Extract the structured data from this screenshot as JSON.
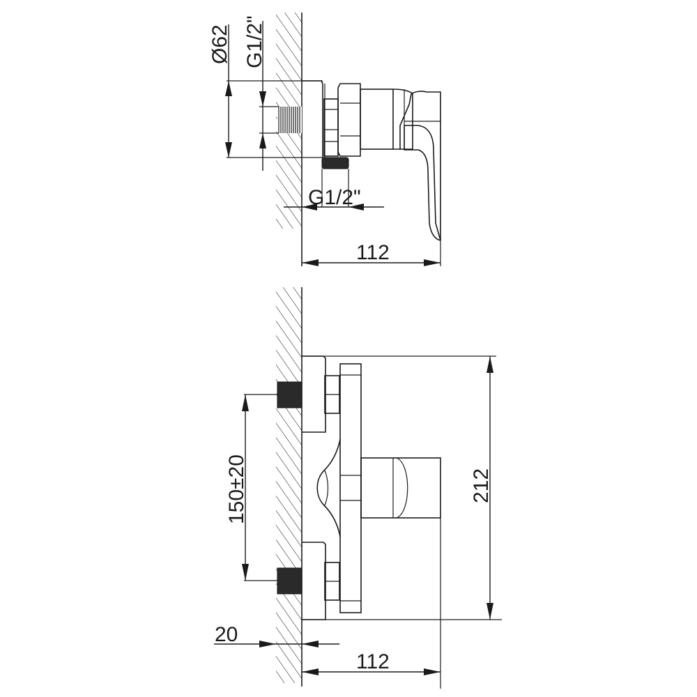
{
  "drawing": {
    "title": "Wall-mounted shower mixer dimension drawing",
    "colors": {
      "line": "#1a1a1a",
      "background": "#ffffff",
      "thread_fill": "#2a2a2a"
    },
    "side_view": {
      "dimensions": {
        "body_diameter": "Ø62",
        "inlet_thread_top": "G1/2\"",
        "outlet_thread": "G1/2\"",
        "depth": "112"
      }
    },
    "front_view": {
      "dimensions": {
        "inlet_spacing": "150±20",
        "total_height": "212",
        "wall_offset": "20",
        "depth": "112"
      }
    }
  }
}
